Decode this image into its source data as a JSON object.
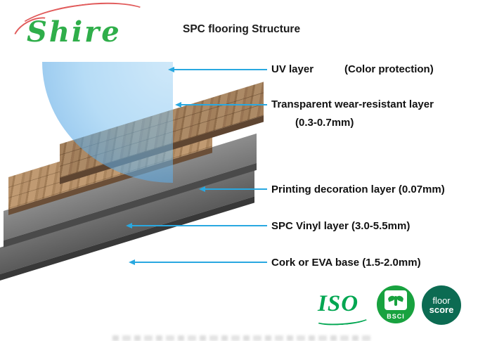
{
  "brand": {
    "name": "Shire"
  },
  "title": "SPC flooring Structure",
  "callouts": {
    "uv": {
      "label": "UV layer",
      "note": "(Color protection)"
    },
    "wear": {
      "label": "Transparent wear-resistant layer",
      "note": "(0.3-0.7mm)"
    },
    "printing": {
      "label": "Printing decoration layer (0.07mm)"
    },
    "vinyl": {
      "label": "SPC Vinyl layer (3.0-5.5mm)"
    },
    "base": {
      "label": "Cork or EVA base (1.5-2.0mm)"
    }
  },
  "badges": {
    "iso": {
      "text": "ISO"
    },
    "bsci": {
      "text": "BSCI"
    },
    "floorscore": {
      "line1": "floor",
      "line2": "score"
    }
  },
  "colors": {
    "brand_green": "#2fae4a",
    "brand_red": "#e15b5b",
    "leader_blue": "#29a8e0",
    "uv_fan_blue": "#55a5e4",
    "iso_green": "#00a651",
    "bsci_green": "#18a23f",
    "floorscore_green": "#0c6b52",
    "wood_brown": "#a3805c",
    "spc_gray": "#747474",
    "base_gray": "#5a5a5a"
  }
}
